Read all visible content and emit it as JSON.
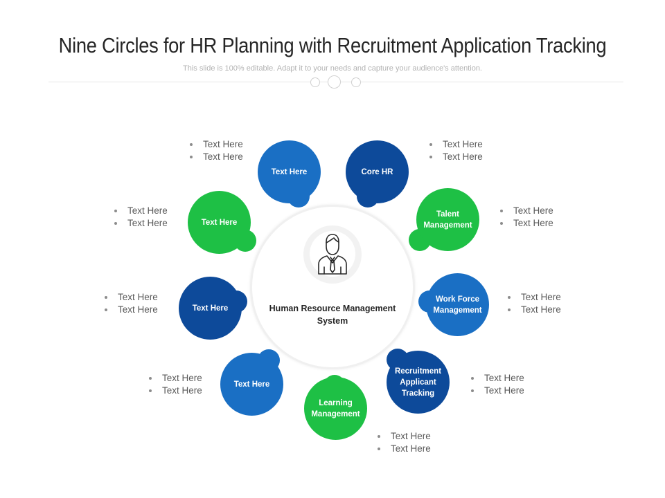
{
  "header": {
    "title": "Nine Circles for HR Planning with Recruitment Application Tracking",
    "subtitle": "This slide is 100% editable. Adapt it to your needs and capture your audience's attention."
  },
  "center": {
    "label": "Human Resource Management System",
    "icon": "businessman-icon"
  },
  "colors": {
    "light_blue": "#1a6fc4",
    "dark_blue": "#0d4a9a",
    "green": "#1ec045"
  },
  "nodes": [
    {
      "label": "Text Here",
      "color": "light_blue",
      "bullets": [
        "Text Here",
        "Text Here"
      ]
    },
    {
      "label": "Core HR",
      "color": "dark_blue",
      "bullets": [
        "Text Here",
        "Text Here"
      ]
    },
    {
      "label": "Talent Management",
      "color": "green",
      "bullets": [
        "Text Here",
        "Text Here"
      ]
    },
    {
      "label": "Work Force Management",
      "color": "light_blue",
      "bullets": [
        "Text Here",
        "Text Here"
      ]
    },
    {
      "label": "Recruitment Applicant Tracking",
      "color": "dark_blue",
      "bullets": [
        "Text Here",
        "Text Here"
      ]
    },
    {
      "label": "Learning Management",
      "color": "green",
      "bullets": [
        "Text Here",
        "Text Here"
      ]
    },
    {
      "label": "Text Here",
      "color": "light_blue",
      "bullets": [
        "Text Here",
        "Text Here"
      ]
    },
    {
      "label": "Text Here",
      "color": "dark_blue",
      "bullets": [
        "Text Here",
        "Text Here"
      ]
    },
    {
      "label": "Text Here",
      "color": "green",
      "bullets": [
        "Text Here",
        "Text Here"
      ]
    }
  ]
}
